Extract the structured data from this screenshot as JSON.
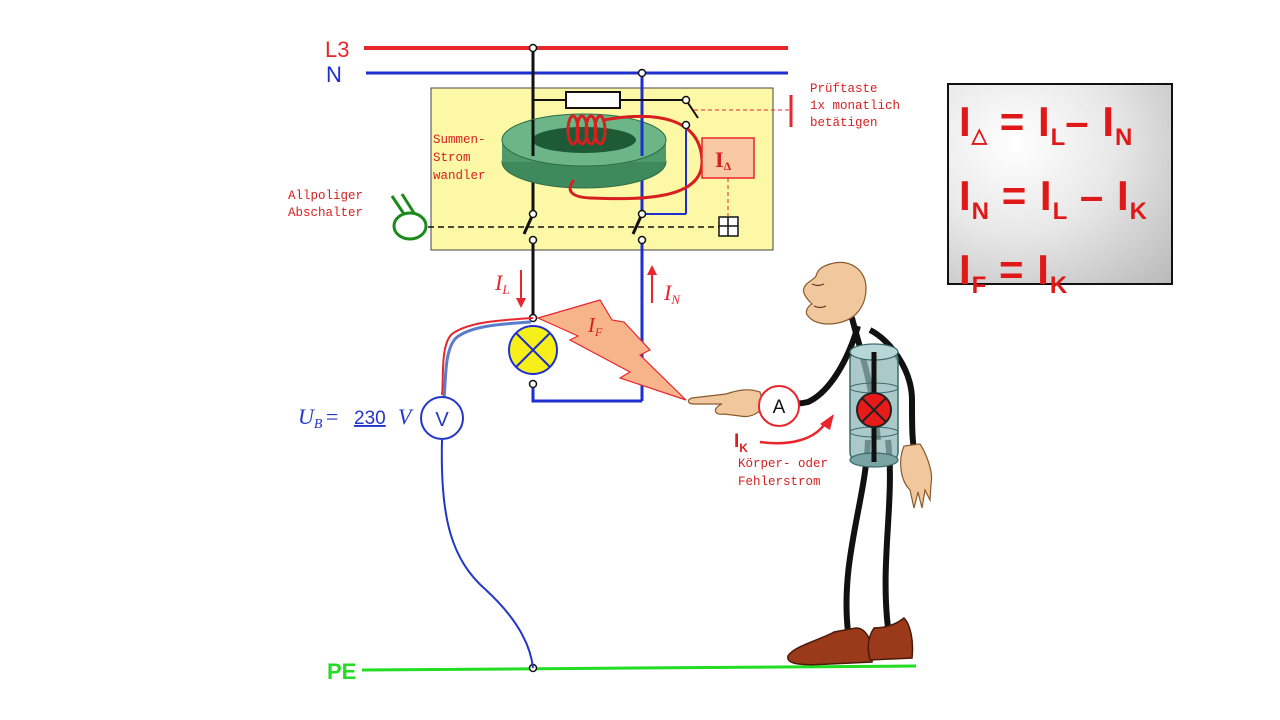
{
  "lines": {
    "l3": "L3",
    "n": "N",
    "pe": "PE"
  },
  "rcd": {
    "core_label": [
      "Summen-",
      "Strom",
      "wandler"
    ],
    "switch_label": [
      "Allpoliger",
      "Abschalter"
    ],
    "test_label": [
      "Prüftaste",
      "1x monatlich",
      "betätigen"
    ],
    "trip_unit": {
      "main": "I",
      "sub": "Δ"
    }
  },
  "currents": {
    "il": {
      "main": "I",
      "sub": "L"
    },
    "in": {
      "main": "I",
      "sub": "N"
    },
    "if": {
      "main": "I",
      "sub": "F"
    },
    "ik": {
      "main": "I",
      "sub": "K"
    },
    "ik_caption": [
      "Körper- oder",
      "Fehlerstrom"
    ]
  },
  "meters": {
    "voltmeter": "V",
    "ammeter": "A",
    "voltage": {
      "main": "U",
      "sub": "B",
      "eq": "=",
      "value": "230",
      "unit": "V"
    }
  },
  "formulas": [
    {
      "lhs": "I",
      "lhs_sub": "△",
      "op": "=",
      "a": "I",
      "a_sub": "L",
      "minus": "–",
      "b": "I",
      "b_sub": "N"
    },
    {
      "lhs": "I",
      "lhs_sub": "N",
      "op": "=",
      "a": "I",
      "a_sub": "L",
      "minus": "–",
      "b": "I",
      "b_sub": "K"
    },
    {
      "lhs": "I",
      "lhs_sub": "F",
      "op": "=",
      "a": "I",
      "a_sub": "K"
    }
  ],
  "colors": {
    "l3": "#e8262d",
    "n": "#1e2fcf",
    "pe": "#22dd22",
    "rcd_fill": "#fcf8a6",
    "core": "#4f9a6c",
    "formula_text": "#e01818",
    "fault": "#f7b48a",
    "lamp": "#f6ef1a"
  }
}
